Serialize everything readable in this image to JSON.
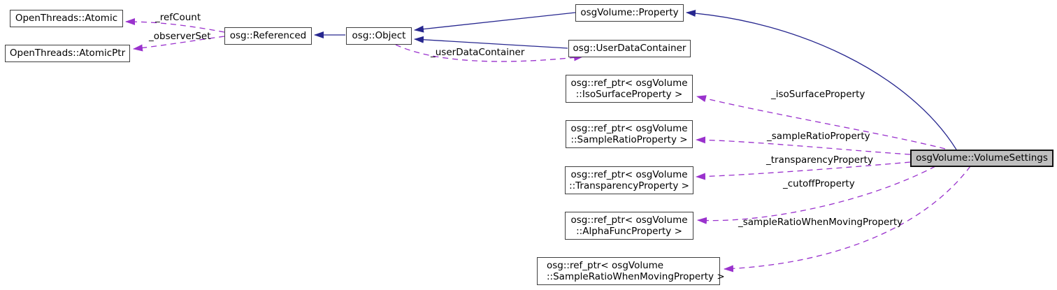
{
  "diagram": {
    "title": "osgVolume::VolumeSettings collaboration graph",
    "type": "doxygen-collaboration-diagram",
    "colors": {
      "inheritance_edge": "#27278f",
      "usage_edge": "#9a32cd",
      "node_border": "#3f3f3f",
      "node_fill": "#ffffff",
      "selected_node_fill": "#bfbfbf",
      "selected_node_border": "#101010",
      "text": "#000000",
      "background": "#ffffff"
    },
    "nodes": [
      {
        "id": "openthreads-atomic",
        "label": "OpenThreads::Atomic"
      },
      {
        "id": "openthreads-atomicptr",
        "label": "OpenThreads::AtomicPtr"
      },
      {
        "id": "osg-referenced",
        "label": "osg::Referenced"
      },
      {
        "id": "osg-object",
        "label": "osg::Object"
      },
      {
        "id": "osgvolume-property",
        "label": "osgVolume::Property"
      },
      {
        "id": "osg-userdatacontainer",
        "label": "osg::UserDataContainer"
      },
      {
        "id": "refptr-isosurface",
        "line1": "osg::ref_ptr< osgVolume",
        "line2": "::IsoSurfaceProperty >"
      },
      {
        "id": "refptr-sampleratio",
        "line1": "osg::ref_ptr< osgVolume",
        "line2": "::SampleRatioProperty >"
      },
      {
        "id": "refptr-transparency",
        "line1": "osg::ref_ptr< osgVolume",
        "line2": "::TransparencyProperty >"
      },
      {
        "id": "refptr-alphafunc",
        "line1": "osg::ref_ptr< osgVolume",
        "line2": "::AlphaFuncProperty >"
      },
      {
        "id": "refptr-sampleratiowhenmoving",
        "line1": "osg::ref_ptr< osgVolume",
        "line2": "::SampleRatioWhenMovingProperty >"
      },
      {
        "id": "osgvolume-volumesettings",
        "label": "osgVolume::VolumeSettings",
        "selected": true
      }
    ],
    "edge_labels": [
      {
        "id": "refcount",
        "text": "_refCount"
      },
      {
        "id": "observerset",
        "text": "_observerSet"
      },
      {
        "id": "userdatacontainer",
        "text": "_userDataContainer"
      },
      {
        "id": "isosurfaceproperty",
        "text": "_isoSurfaceProperty"
      },
      {
        "id": "sampleratioproperty",
        "text": "_sampleRatioProperty"
      },
      {
        "id": "transparencyproperty",
        "text": "_transparencyProperty"
      },
      {
        "id": "cutoffproperty",
        "text": "_cutoffProperty"
      },
      {
        "id": "sampleratiowhenmovingproperty",
        "text": "_sampleRatioWhenMovingProperty"
      }
    ]
  }
}
